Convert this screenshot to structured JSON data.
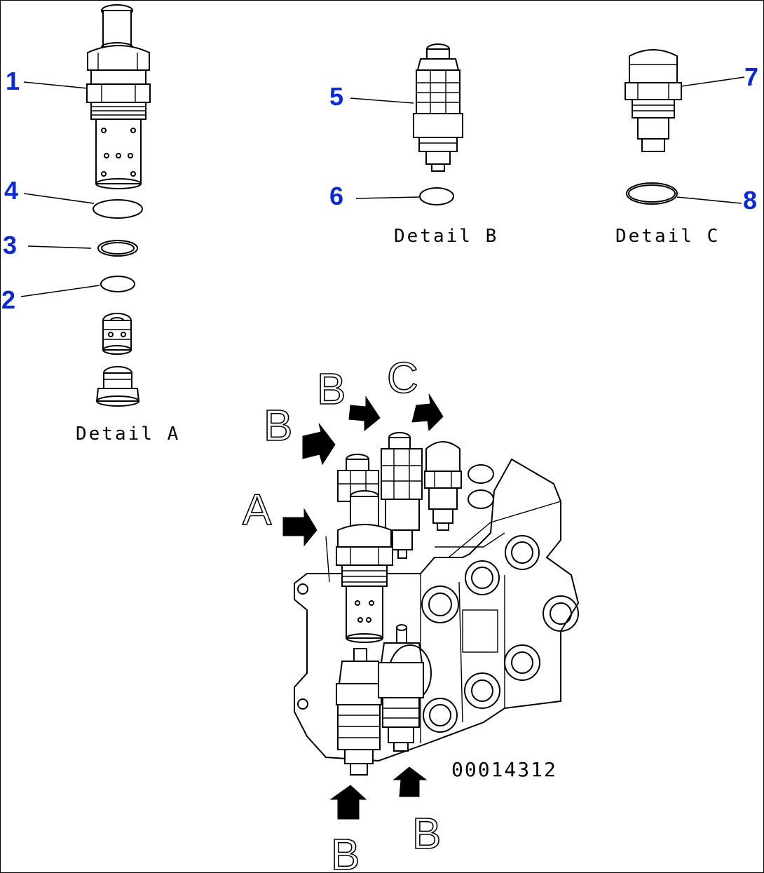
{
  "callouts": {
    "c1": "1",
    "c2": "2",
    "c3": "3",
    "c4": "4",
    "c5": "5",
    "c6": "6",
    "c7": "7",
    "c8": "8"
  },
  "details": {
    "a": "Detail A",
    "b": "Detail B",
    "c": "Detail C"
  },
  "view_letters": {
    "a": "A",
    "b_left": "B",
    "b_top": "B",
    "c_top": "C",
    "b_bottom": "B",
    "b_bottom_right": "B"
  },
  "drawing_code": "00014312",
  "colors": {
    "callout": "#0a2ad8",
    "line": "#000000",
    "background": "#ffffff"
  }
}
